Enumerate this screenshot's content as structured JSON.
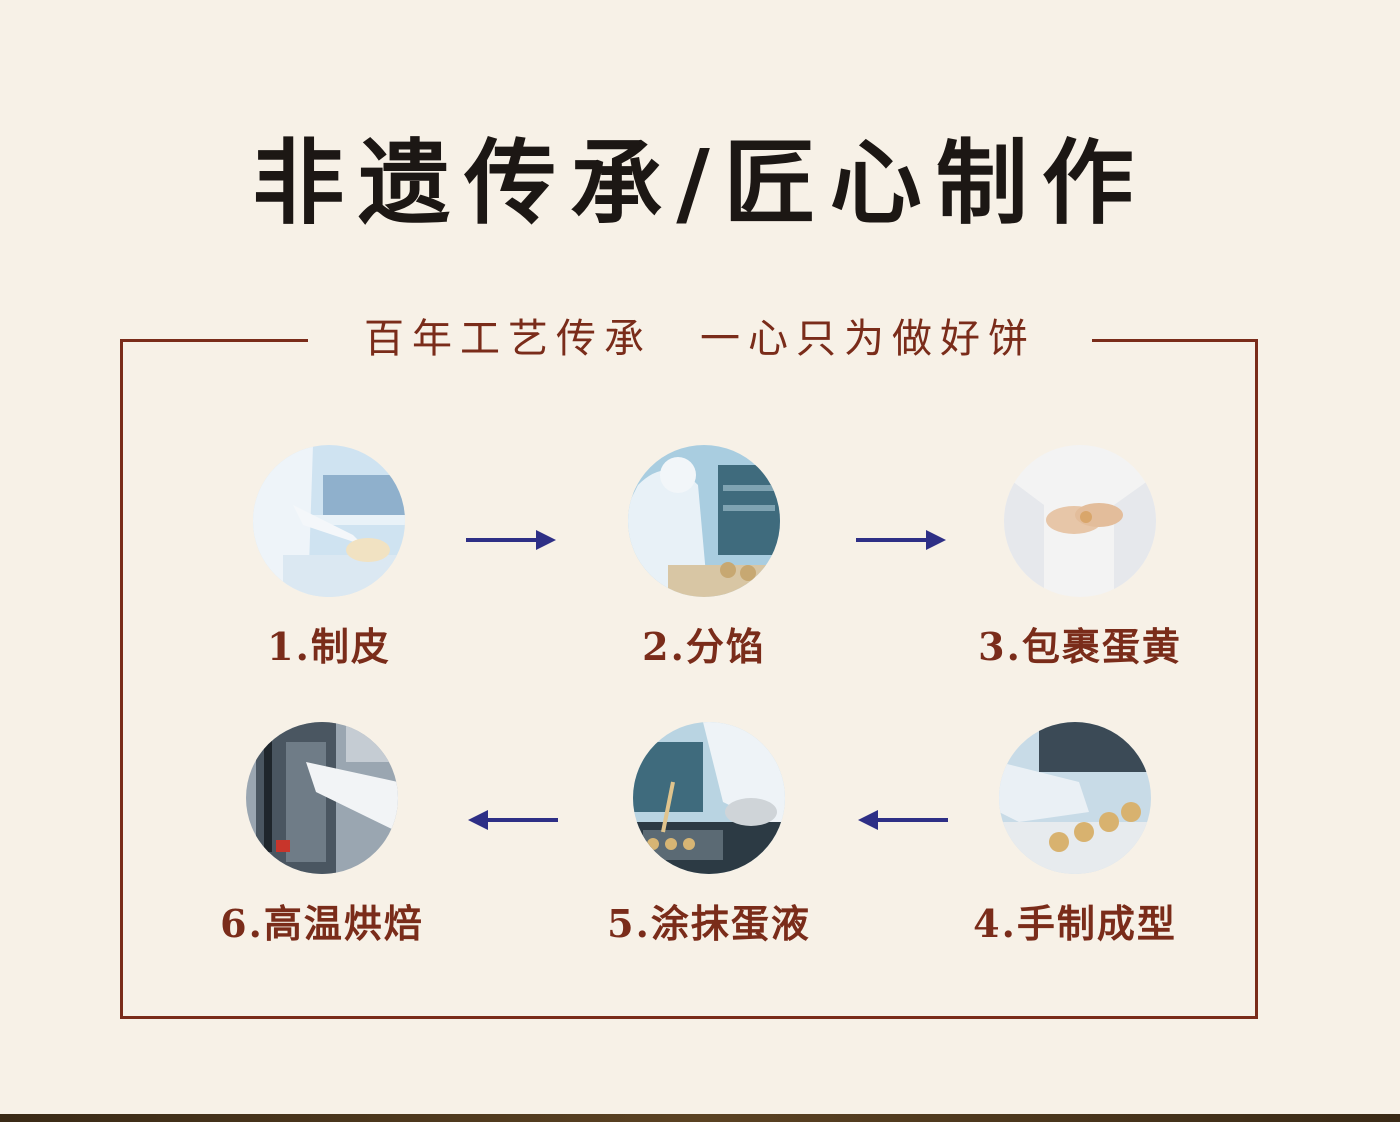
{
  "title": "非遗传承/匠心制作",
  "subtitle": "百年工艺传承　一心只为做好饼",
  "colors": {
    "background": "#f7f1e7",
    "frame": "#7a2c1a",
    "title": "#1c1714",
    "arrow": "#2e2f86"
  },
  "steps": [
    {
      "label": "1.制皮",
      "photo": "dough-sheeting-photo"
    },
    {
      "label": "2.分馅",
      "photo": "filling-division-photo"
    },
    {
      "label": "3.包裹蛋黄",
      "photo": "wrapping-yolk-photo"
    },
    {
      "label": "4.手制成型",
      "photo": "hand-shaping-photo"
    },
    {
      "label": "5.涂抹蛋液",
      "photo": "egg-wash-photo"
    },
    {
      "label": "6.高温烘焙",
      "photo": "oven-baking-photo"
    }
  ],
  "arrows": [
    "arrow-right-icon",
    "arrow-right-icon",
    "arrow-left-icon",
    "arrow-left-icon"
  ]
}
